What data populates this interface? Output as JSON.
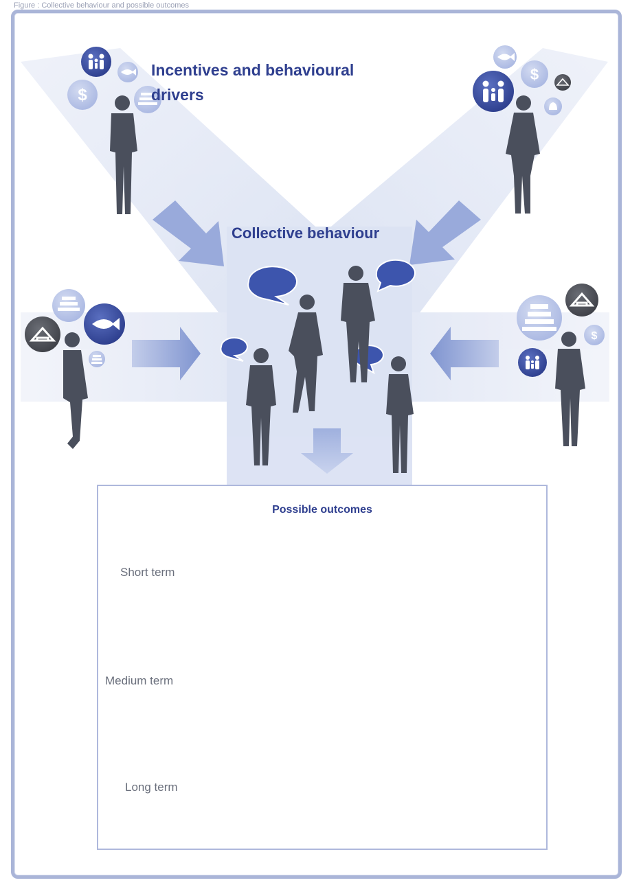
{
  "caption": "Figure : Collective behaviour and possible outcomes",
  "headings": {
    "incentives": "Incentives and behavioural drivers",
    "collective": "Collective behaviour"
  },
  "outcomes": {
    "title": "Possible outcomes",
    "terms": [
      "Short term",
      "Medium term",
      "Long term"
    ]
  },
  "colors": {
    "accent": "#2f3f8f",
    "arrow": "#8c9fd6",
    "band": "#dfe5f4",
    "silhouette": "#4a4f5c",
    "frame": "#aab5d8"
  },
  "icons": [
    "family-icon",
    "fish-icon",
    "dollar-icon",
    "stack-icon",
    "house-icon",
    "bell-icon",
    "speech-bubble-icon"
  ]
}
